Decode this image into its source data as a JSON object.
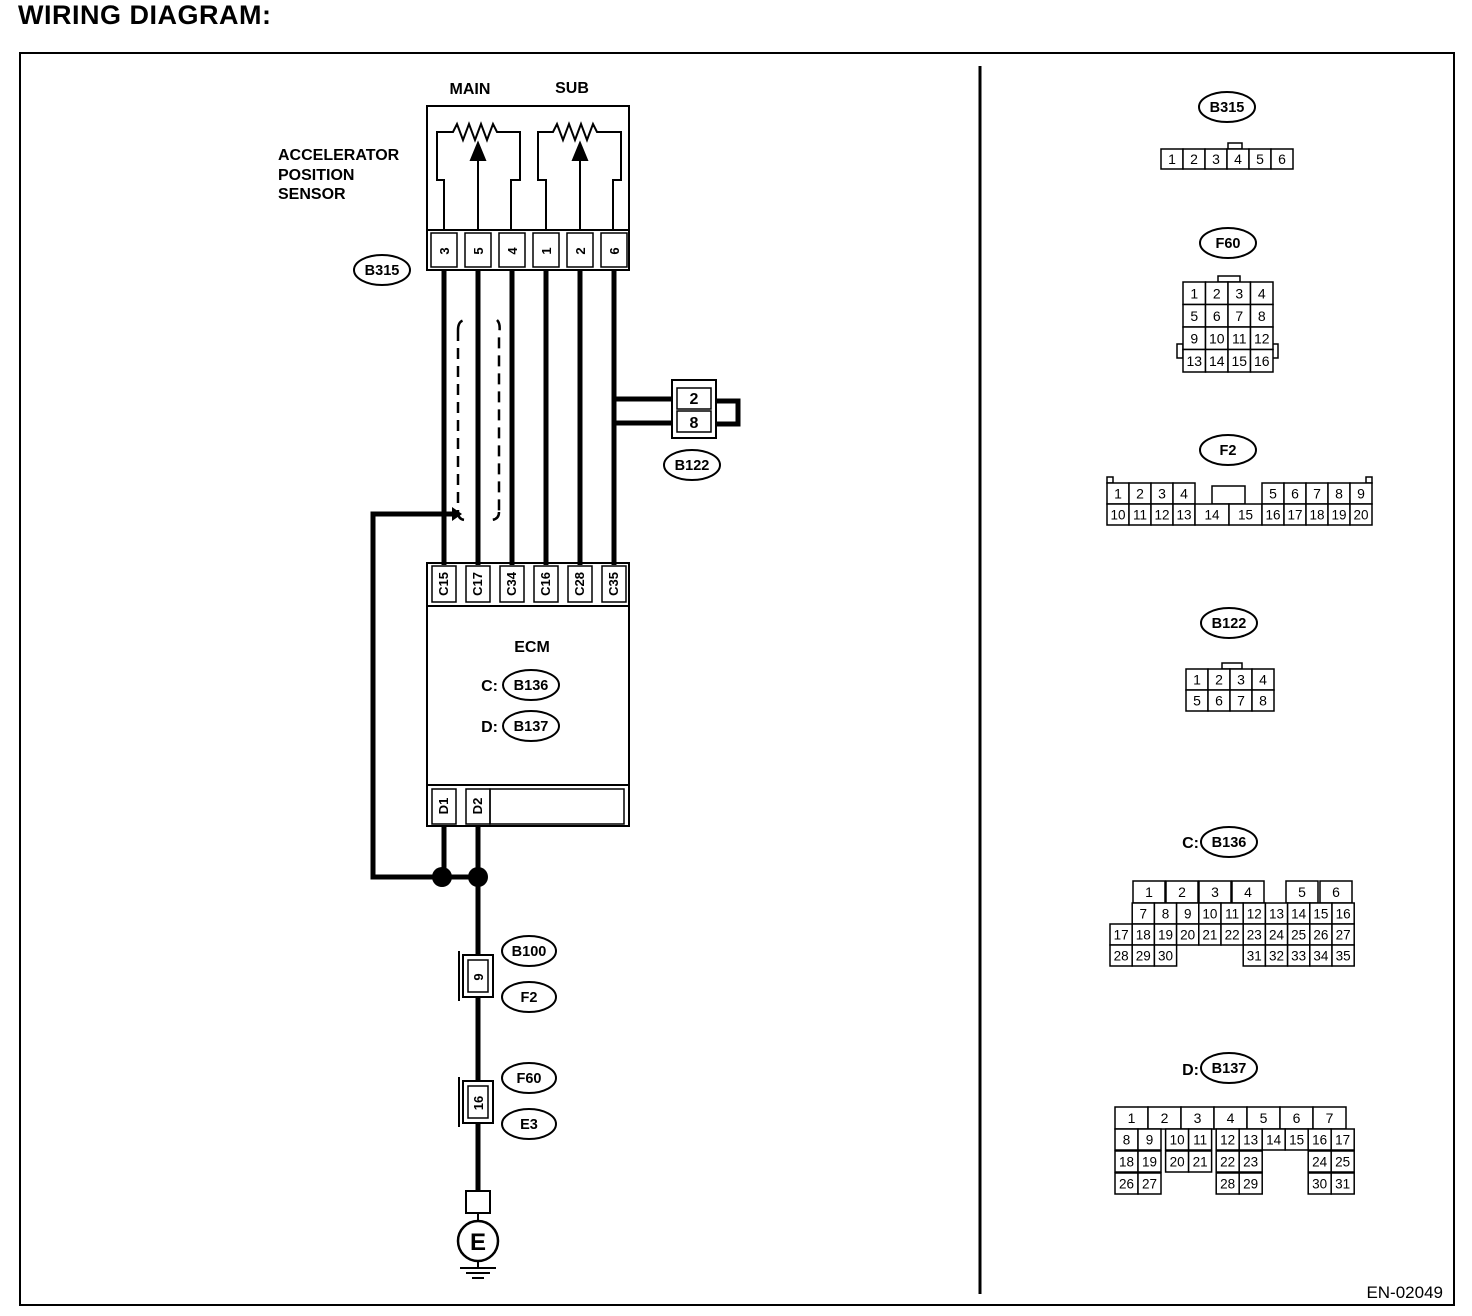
{
  "title": "WIRING DIAGRAM:",
  "figure_code": "EN-02049",
  "sensor": {
    "label_lines": [
      "ACCELERATOR",
      "POSITION",
      "SENSOR"
    ],
    "main_label": "MAIN",
    "sub_label": "SUB",
    "connector": "B315",
    "pins": [
      "3",
      "5",
      "4",
      "1",
      "2",
      "6"
    ]
  },
  "ecm": {
    "label": "ECM",
    "connector_c_prefix": "C:",
    "connector_c": "B136",
    "connector_d_prefix": "D:",
    "connector_d": "B137",
    "c_pins": [
      "C15",
      "C17",
      "C34",
      "C16",
      "C28",
      "C35"
    ],
    "d_pins": [
      "D1",
      "D2"
    ]
  },
  "joint_connector": {
    "name": "B122",
    "pins": [
      "2",
      "8"
    ]
  },
  "ground_path": {
    "connector1_pin": "9",
    "connector1_names": [
      "B100",
      "F2"
    ],
    "connector2_pin": "16",
    "connector2_names": [
      "F60",
      "E3"
    ],
    "ground_label": "E"
  },
  "connector_faces": {
    "b315": {
      "name": "B315",
      "pins": [
        "1",
        "2",
        "3",
        "4",
        "5",
        "6"
      ]
    },
    "f60": {
      "name": "F60",
      "rows": [
        [
          "1",
          "2",
          "3",
          "4"
        ],
        [
          "5",
          "6",
          "7",
          "8"
        ],
        [
          "9",
          "10",
          "11",
          "12"
        ],
        [
          "13",
          "14",
          "15",
          "16"
        ]
      ]
    },
    "f2": {
      "name": "F2",
      "top": [
        "1",
        "2",
        "3",
        "4",
        "5",
        "6",
        "7",
        "8",
        "9"
      ],
      "bottom": [
        "10",
        "11",
        "12",
        "13",
        "14",
        "15",
        "16",
        "17",
        "18",
        "19",
        "20"
      ]
    },
    "b122": {
      "name": "B122",
      "rows": [
        [
          "1",
          "2",
          "3",
          "4"
        ],
        [
          "5",
          "6",
          "7",
          "8"
        ]
      ]
    },
    "b136": {
      "prefix": "C:",
      "name": "B136",
      "row1": [
        "1",
        "2",
        "3",
        "4",
        "5",
        "6"
      ],
      "row2": [
        "7",
        "8",
        "9",
        "10",
        "11",
        "12",
        "13",
        "14",
        "15",
        "16"
      ],
      "row3": [
        "17",
        "18",
        "19",
        "20",
        "21",
        "22",
        "23",
        "24",
        "25",
        "26",
        "27"
      ],
      "row4": [
        "28",
        "29",
        "30",
        "31",
        "32",
        "33",
        "34",
        "35"
      ]
    },
    "b137": {
      "prefix": "D:",
      "name": "B137",
      "row1": [
        "1",
        "2",
        "3",
        "4",
        "5",
        "6",
        "7"
      ],
      "row2": [
        "8",
        "9",
        "10",
        "11",
        "12",
        "13",
        "14",
        "15",
        "16",
        "17"
      ],
      "row3": [
        "18",
        "19",
        "20",
        "21",
        "22",
        "23",
        "24",
        "25"
      ],
      "row4": [
        "26",
        "27",
        "28",
        "29",
        "30",
        "31"
      ]
    }
  }
}
